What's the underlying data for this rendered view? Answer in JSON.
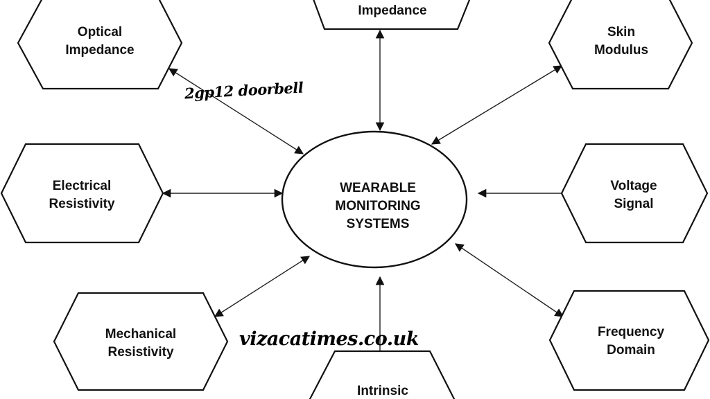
{
  "center": {
    "line1": "WEARABLE",
    "line2": "MONITORING",
    "line3": "SYSTEMS"
  },
  "nodes": {
    "optical": {
      "line1": "Optical",
      "line2": "Impedance"
    },
    "impedance": {
      "line1": "Impedance"
    },
    "skin": {
      "line1": "Skin",
      "line2": "Modulus"
    },
    "electrical": {
      "line1": "Electrical",
      "line2": "Resistivity"
    },
    "voltage": {
      "line1": "Voltage",
      "line2": "Signal"
    },
    "mechanical": {
      "line1": "Mechanical",
      "line2": "Resistivity"
    },
    "intrinsic": {
      "line1": "Intrinsic"
    },
    "frequency": {
      "line1": "Frequency",
      "line2": "Domain"
    }
  },
  "watermarks": [
    "2gp12 doorbell",
    "vizacatimes.co.uk"
  ]
}
